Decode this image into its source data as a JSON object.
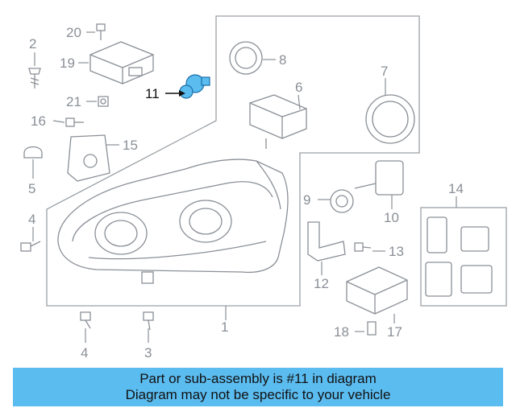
{
  "callouts": {
    "c1": "1",
    "c2": "2",
    "c3": "3",
    "c4a": "4",
    "c4b": "4",
    "c5": "5",
    "c6": "6",
    "c7": "7",
    "c8": "8",
    "c9": "9",
    "c10": "10",
    "c11": "11",
    "c12": "12",
    "c13": "13",
    "c14": "14",
    "c15": "15",
    "c16": "16",
    "c17": "17",
    "c18": "18",
    "c19": "19",
    "c20": "20",
    "c21": "21"
  },
  "highlight": {
    "part_number": "11",
    "color": "#5bbcf0"
  },
  "banner": {
    "line1": "Part or sub-assembly is #11 in diagram",
    "line2": "Diagram may not be specific to your vehicle",
    "background": "#5bbcf0"
  }
}
